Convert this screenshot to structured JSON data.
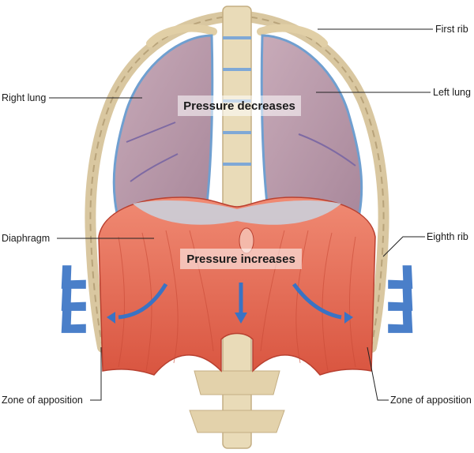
{
  "labels": {
    "first_rib": "First rib",
    "right_lung": "Right lung",
    "left_lung": "Left lung",
    "diaphragm": "Diaphragm",
    "eighth_rib": "Eighth rib",
    "zone_left": "Zone of apposition",
    "zone_right": "Zone of apposition"
  },
  "banners": {
    "top": "Pressure decreases",
    "middle": "Pressure increases"
  },
  "colors": {
    "lung": "#b797aa",
    "pleura": "#6f9fd0",
    "bone": "#e8d9b5",
    "diaphragm": "#e86a52",
    "arrow": "#4a7fc9"
  }
}
